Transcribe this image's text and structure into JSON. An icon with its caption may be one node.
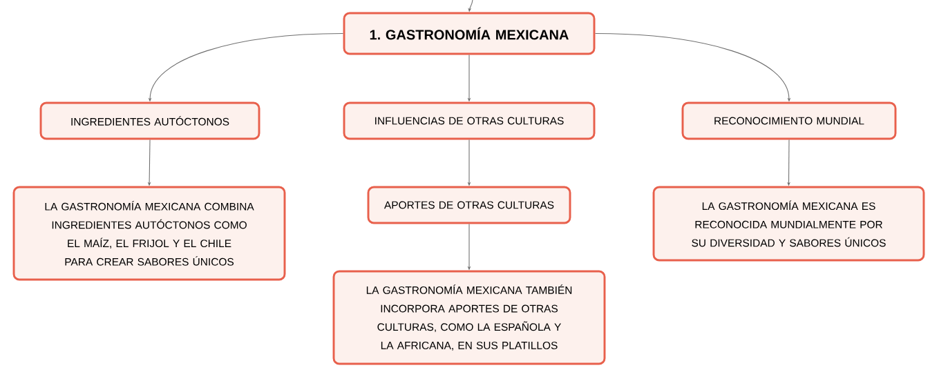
{
  "diagram": {
    "nodes": [
      {
        "text": [
          "1. GASTRONOMÍA MEXICANA"
        ]
      },
      {
        "text": [
          "INGREDIENTES AUTÓCTONOS"
        ]
      },
      {
        "text": [
          "INFLUENCIAS DE OTRAS CULTURAS"
        ]
      },
      {
        "text": [
          "RECONOCIMIENTO MUNDIAL"
        ]
      },
      {
        "text": [
          "LA GASTRONOMÍA MEXICANA COMBINA INGREDIENTES AUTÓCTONOS COMO EL MAÍZ, EL FRIJOL Y EL CHILE PARA CREAR SABORES ÚNICOS"
        ]
      },
      {
        "text": [
          "APORTES DE OTRAS CULTURAS"
        ]
      },
      {
        "text": [
          "LA GASTRONOMÍA MEXICANA TAMBIÉN INCORPORA APORTES DE OTRAS CULTURAS, COMO LA ESPAÑOLA Y LA AFRICANA, EN SUS PLATILLOS"
        ]
      },
      {
        "text": [
          "LA GASTRONOMÍA MEXICANA ES RECONOCIDA MUNDIALMENTE POR SU DIVERSIDAD Y SABORES ÚNICOS"
        ]
      }
    ],
    "edges": [
      {
        "from": null,
        "to": 0,
        "arrow": "to"
      },
      {
        "from": 0,
        "to": 1,
        "arrow": "to"
      },
      {
        "from": 0,
        "to": 2,
        "arrow": "to"
      },
      {
        "from": 0,
        "to": 3,
        "arrow": "to"
      },
      {
        "from": 1,
        "to": 4,
        "arrow": "to"
      },
      {
        "from": 2,
        "to": 5,
        "arrow": "to"
      },
      {
        "from": 5,
        "to": 6,
        "arrow": "to"
      },
      {
        "from": 3,
        "to": 7,
        "arrow": "to"
      }
    ]
  }
}
